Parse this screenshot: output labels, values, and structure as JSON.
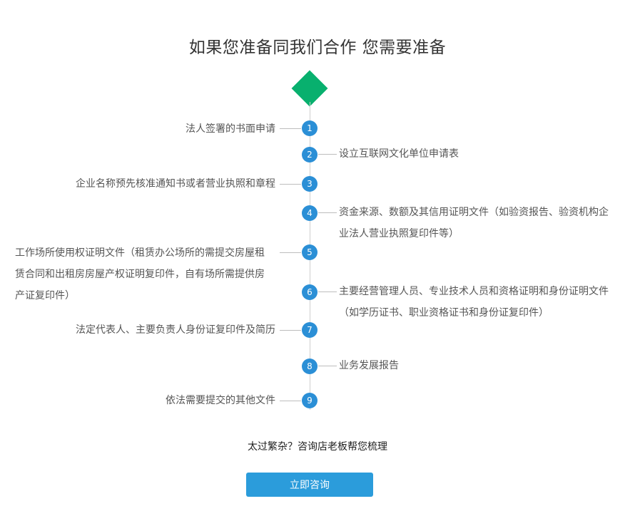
{
  "title": "如果您准备同我们合作 您需要准备",
  "steps": [
    {
      "num": "1",
      "text": "法人签署的书面申请"
    },
    {
      "num": "2",
      "text": "设立互联网文化单位申请表"
    },
    {
      "num": "3",
      "text": "企业名称预先核准通知书或者营业执照和章程"
    },
    {
      "num": "4",
      "text_line1": "资金来源、数额及其信用证明文件（如验资报告、验资机构企",
      "text_line2": "业法人营业执照复印件等）"
    },
    {
      "num": "5",
      "text_line1": "工作场所使用权证明文件（租赁办公场所的需提交房屋租",
      "text_line2": "赁合同和出租房房屋产权证明复印件，自有场所需提供房",
      "text_line3": "产证复印件）"
    },
    {
      "num": "6",
      "text_line1": "主要经营管理人员、专业技术人员和资格证明和身份证明文件",
      "text_line2": "（如学历证书、职业资格证书和身份证复印件）"
    },
    {
      "num": "7",
      "text": "法定代表人、主要负责人身份证复印件及简历"
    },
    {
      "num": "8",
      "text": "业务发展报告"
    },
    {
      "num": "9",
      "text": "依法需要提交的其他文件"
    }
  ],
  "cta": {
    "text": "太过繁杂？咨询店老板帮您梳理",
    "button_label": "立即咨询"
  },
  "colors": {
    "diamond": "#08b06e",
    "step_circle": "#2b8fd6",
    "button": "#2b9cdb"
  }
}
